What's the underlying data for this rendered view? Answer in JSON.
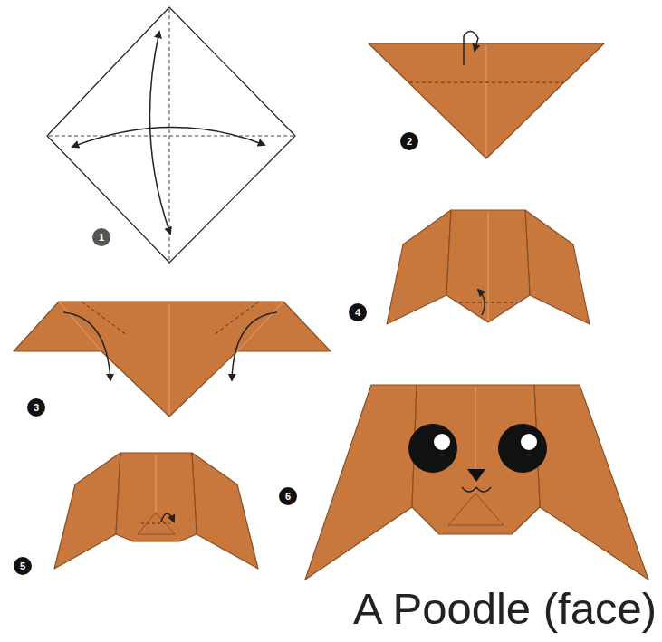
{
  "diagram": {
    "title": "A Poodle (face)",
    "nodes": [
      {
        "text": [
          "1"
        ]
      },
      {
        "text": [
          "2"
        ]
      },
      {
        "text": [
          "3"
        ]
      },
      {
        "text": [
          "4"
        ]
      },
      {
        "text": [
          "5"
        ]
      },
      {
        "text": [
          "6"
        ]
      }
    ]
  }
}
